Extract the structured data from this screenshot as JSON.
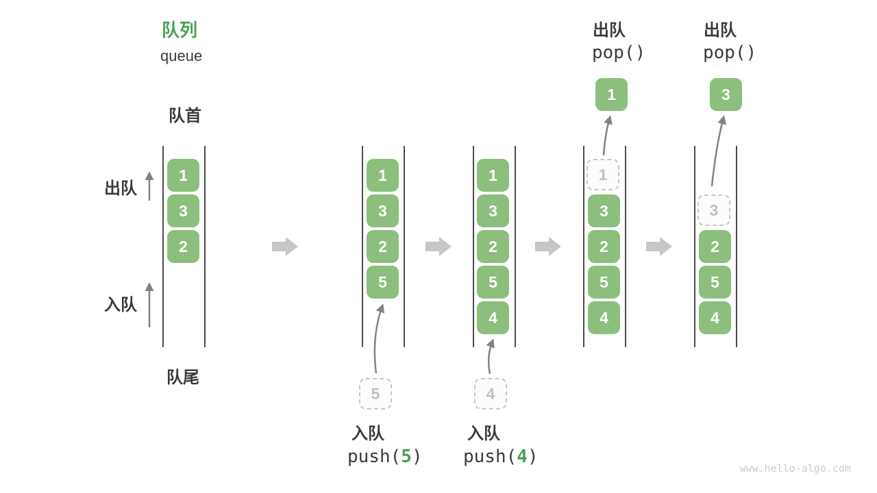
{
  "header": {
    "title_zh": "队列",
    "title_en": "queue"
  },
  "labels": {
    "front": "队首",
    "rear": "队尾",
    "dequeue_side": "出队",
    "enqueue_side": "入队"
  },
  "states": [
    {
      "boxes": [
        "1",
        "3",
        "2"
      ]
    },
    {
      "boxes": [
        "1",
        "3",
        "2",
        "5"
      ],
      "incoming": "5",
      "op": {
        "zh": "入队",
        "code_pre": "push(",
        "arg": "5",
        "code_post": ")"
      }
    },
    {
      "boxes": [
        "1",
        "3",
        "2",
        "5",
        "4"
      ],
      "incoming": "4",
      "op": {
        "zh": "入队",
        "code_pre": "push(",
        "arg": "4",
        "code_post": ")"
      }
    },
    {
      "boxes": [
        "3",
        "2",
        "5",
        "4"
      ],
      "removed": "1",
      "popped": "1",
      "op": {
        "zh": "出队",
        "code": "pop()"
      }
    },
    {
      "boxes": [
        "2",
        "5",
        "4"
      ],
      "removed": "3",
      "popped": "3",
      "op": {
        "zh": "出队",
        "code": "pop()"
      }
    }
  ],
  "colors": {
    "accent_green": "#4aa056",
    "box_green": "#8cbe7d",
    "box_text": "#ffffff",
    "dashed_border": "#c6c6c6",
    "dashed_text": "#bfbfbf",
    "wall_line": "#4a4a4a",
    "thin_arrow": "#828282",
    "block_arrow": "#c6c6c6",
    "text_dark": "#3a3a3a",
    "watermark": "#cccccc"
  },
  "watermark": "www.hello-algo.com"
}
